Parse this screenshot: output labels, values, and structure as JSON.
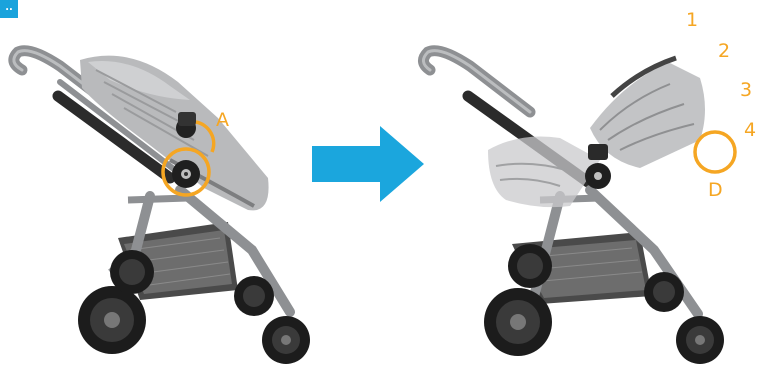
{
  "corner_tag": {
    "text": "..",
    "color": "#1aa3dc"
  },
  "colors": {
    "callout": "#f5a623",
    "arrow": "#1ba6dd",
    "frame_gray": "#8e9093",
    "frame_dark": "#2b2b2b",
    "fabric": "#b9babc",
    "fabric_dark": "#7d7e80",
    "wheel": "#1c1c1c",
    "basket": "#5a5a5a"
  },
  "labels": {
    "a": "A",
    "d": "D",
    "step1": "1",
    "step2": "2",
    "step3": "3",
    "step4": "4"
  },
  "icons": {
    "direction_arrow": "right-arrow-icon"
  }
}
